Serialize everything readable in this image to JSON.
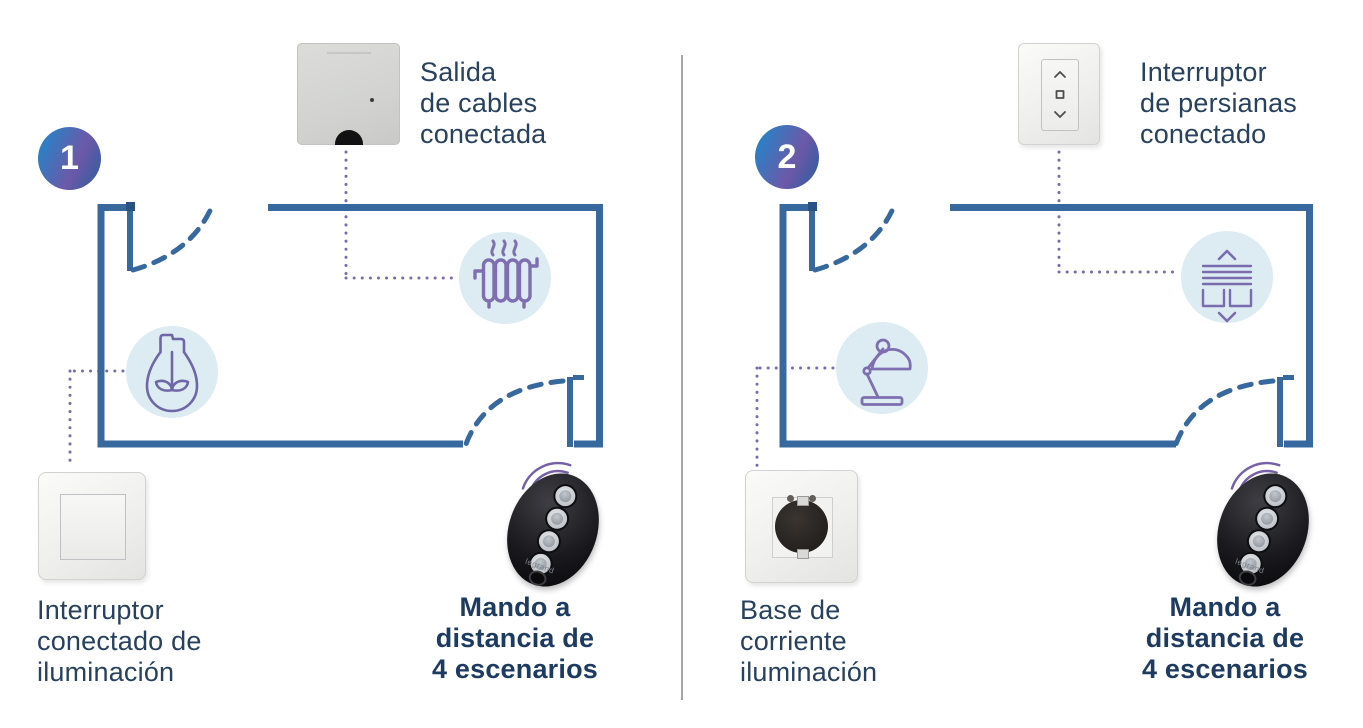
{
  "scenarios": [
    {
      "badge": "1",
      "top_device": {
        "type": "connected-cable-outlet",
        "label": [
          "Salida",
          "de cables",
          "conectada"
        ]
      },
      "room_icons": [
        "radiator-icon",
        "light-bulb-icon"
      ],
      "bottom_device": {
        "type": "connected-light-switch",
        "label": [
          "Interruptor",
          "conectado de",
          "iluminación"
        ]
      },
      "remote": {
        "brand": "legrand",
        "label": [
          "Mando a",
          "distancia de",
          "4 escenarios"
        ]
      }
    },
    {
      "badge": "2",
      "top_device": {
        "type": "connected-shutter-switch",
        "label": [
          "Interruptor",
          "de persianas",
          "conectado"
        ]
      },
      "room_icons": [
        "roller-shutter-icon",
        "desk-lamp-icon"
      ],
      "bottom_device": {
        "type": "connected-power-socket",
        "label": [
          "Base de",
          "corriente",
          "iluminación"
        ]
      },
      "remote": {
        "brand": "legrand",
        "label": [
          "Mando a",
          "distancia de",
          "4 escenarios"
        ]
      }
    }
  ],
  "colors": {
    "wall_blue": "#38699e",
    "icon_purple": "#7b6cb0",
    "icon_circle_bg": "#dcecf2",
    "text_navy": "#27415f",
    "badge_gradient": [
      "#2e7ec4",
      "#6c59a8",
      "#2a5d9e"
    ],
    "divider_gray": "#a6a6a6"
  }
}
